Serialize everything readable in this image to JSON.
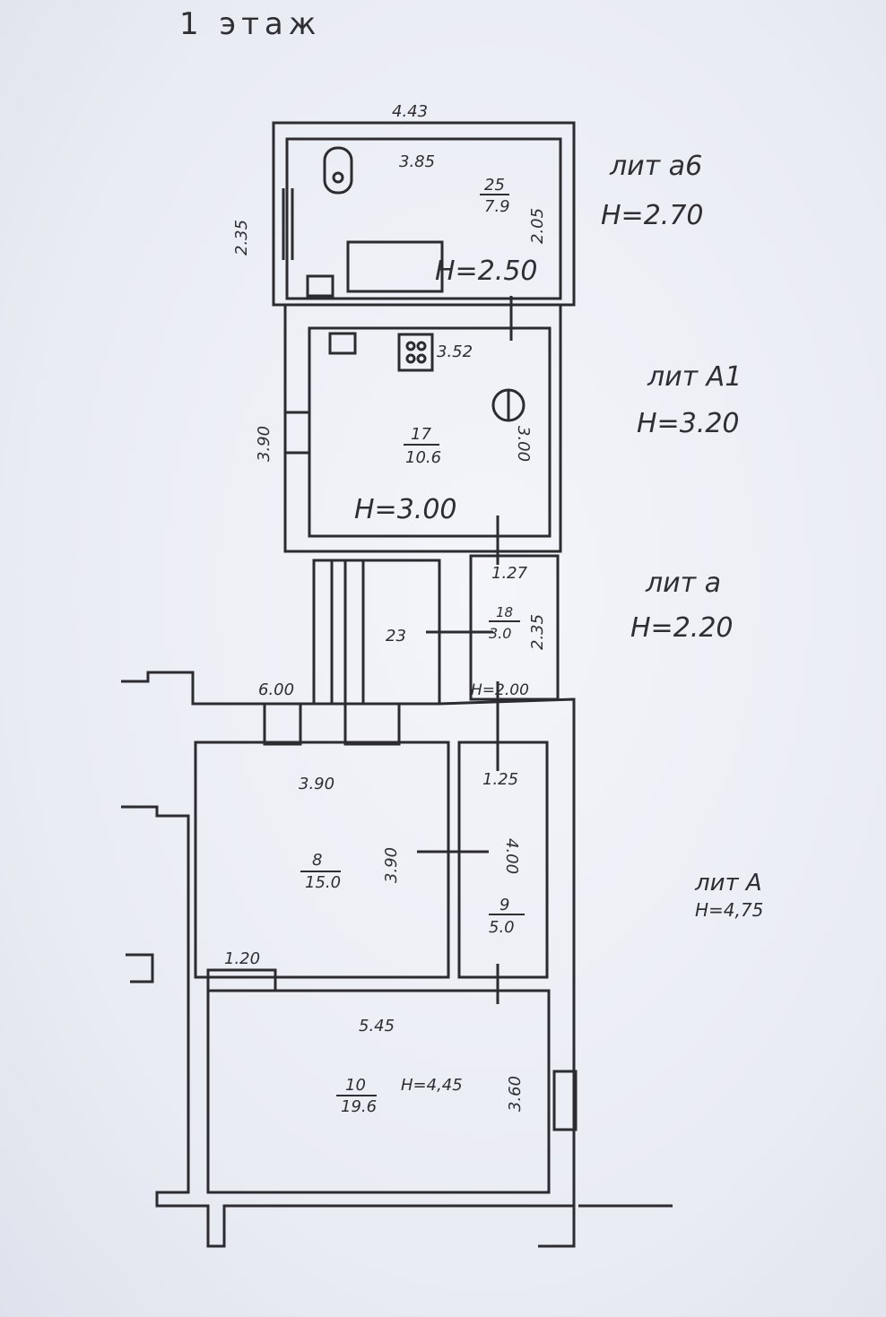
{
  "title": "1 этаж",
  "sections": [
    {
      "name": "лит а6",
      "height": "H=2.70"
    },
    {
      "name": "лит A1",
      "height": "H=3.20"
    },
    {
      "name": "лит а",
      "height": "H=2.20"
    },
    {
      "name": "лит A",
      "height": "H=4,75"
    }
  ],
  "dimensions": {
    "top_outer": "4.43",
    "top_inner": "3.85",
    "top_left": "2.35",
    "top_right": "2.05",
    "a1_width": "3.52",
    "a1_left": "3.90",
    "a1_right": "3.00",
    "stair_width": "6.00",
    "small_width": "1.27",
    "small_height": "2.35",
    "room8_width": "3.90",
    "room8_height": "3.90",
    "room9_width": "1.25",
    "room9_height": "4.00",
    "corridor": "1.20",
    "room10_width": "5.45",
    "room10_height": "3.60"
  },
  "rooms": [
    {
      "number": "25",
      "area": "7.9",
      "height": "H=2.50"
    },
    {
      "number": "17",
      "area": "10.6",
      "height": "H=3.00"
    },
    {
      "number": "23"
    },
    {
      "number": "18",
      "area": "3.0",
      "height": "H=2.00"
    },
    {
      "number": "8",
      "area": "15.0"
    },
    {
      "number": "9",
      "area": "5.0"
    },
    {
      "number": "10",
      "area": "19.6",
      "height": "H=4,45"
    }
  ]
}
